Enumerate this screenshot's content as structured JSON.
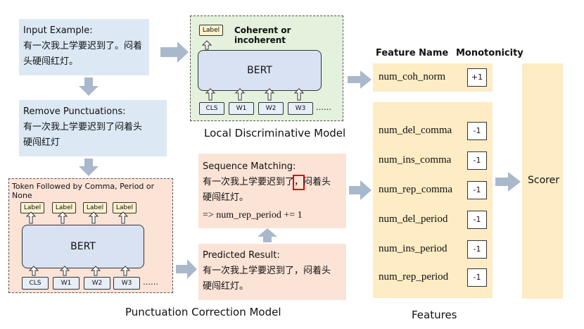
{
  "input_example": {
    "heading": "Input Example:",
    "line1": "有一次我上学要迟到了。闷着",
    "line2": "头硬闯红灯。"
  },
  "remove_punct": {
    "heading": "Remove Punctuations:",
    "line1": "有一次我上学要迟到了闷着头",
    "line2": "硬闯红灯"
  },
  "punct_model": {
    "header": "Token Followed by Comma, Period or None",
    "labels": [
      "Label",
      "Label",
      "Label",
      "Label"
    ],
    "bert": "BERT",
    "tokens": [
      "CLS",
      "W1",
      "W2",
      "W3"
    ],
    "ellipsis": "……",
    "caption": "Punctuation Correction Model"
  },
  "local_model": {
    "label": "Label",
    "label_desc": "Coherent or incoherent",
    "bert": "BERT",
    "tokens": [
      "CLS",
      "W1",
      "W2",
      "W3"
    ],
    "ellipsis": "……",
    "caption": "Local Discriminative Model"
  },
  "seq_match": {
    "heading": "Sequence Matching:",
    "line1_pre": "有一次我上学要迟到了",
    "line1_mark": "，",
    "line1_post": "闷着头",
    "line2": "硬闯红灯。",
    "rule": "=> num_rep_period += 1"
  },
  "predicted": {
    "heading": "Predicted Result:",
    "line1": "有一次我上学要迟到了，闷着头",
    "line2": "硬闯红灯。"
  },
  "features_header": {
    "name": "Feature Name",
    "mono": "Monotonicity"
  },
  "top_feature": {
    "name": "num_coh_norm",
    "mono": "+1"
  },
  "features": [
    {
      "name": "num_del_comma",
      "mono": "-1"
    },
    {
      "name": "num_ins_comma",
      "mono": "-1"
    },
    {
      "name": "num_rep_comma",
      "mono": "-1"
    },
    {
      "name": "num_del_period",
      "mono": "-1"
    },
    {
      "name": "num_ins_period",
      "mono": "-1"
    },
    {
      "name": "num_rep_period",
      "mono": "-1"
    }
  ],
  "features_caption": "Features",
  "scorer": "Scorer",
  "colors": {
    "arrow": "#aab8cc",
    "blue": "#dce9f5",
    "pink": "#fbe3d6",
    "green": "#e3f1dd",
    "yellow": "#fdecc4",
    "highlight": "#e00000"
  }
}
